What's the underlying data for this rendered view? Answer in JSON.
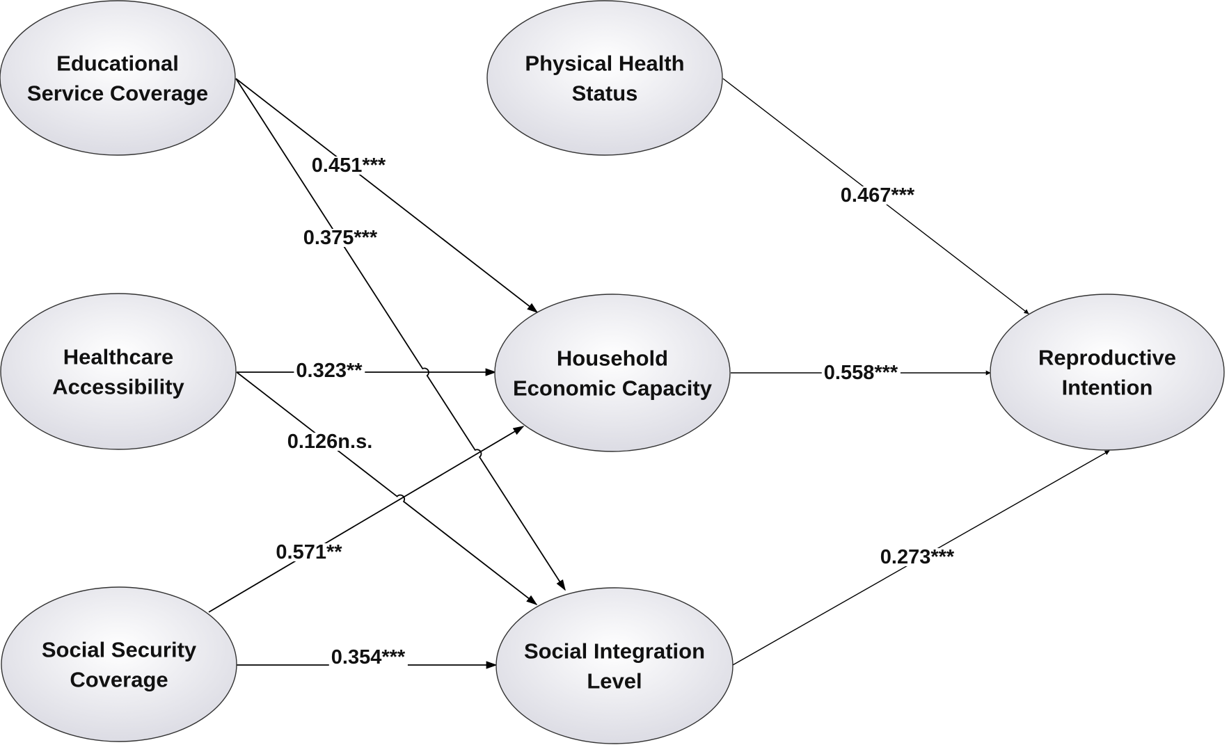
{
  "colors": {
    "node_fill_light": "#ffffff",
    "node_fill_dark": "#dcdce4",
    "node_stroke": "#333333",
    "edge": "#000000",
    "text": "#111111"
  },
  "nodes": [
    {
      "id": "edu",
      "lines": [
        "Educational",
        "Service Coverage"
      ]
    },
    {
      "id": "health",
      "lines": [
        "Healthcare",
        "Accessibility"
      ]
    },
    {
      "id": "social_sec",
      "lines": [
        "Social Security",
        "Coverage"
      ]
    },
    {
      "id": "physical",
      "lines": [
        "Physical Health",
        "Status"
      ]
    },
    {
      "id": "household",
      "lines": [
        "Household",
        "Economic Capacity"
      ]
    },
    {
      "id": "integration",
      "lines": [
        "Social Integration",
        "Level"
      ]
    },
    {
      "id": "reproductive",
      "lines": [
        "Reproductive",
        "Intention"
      ]
    }
  ],
  "paths": [
    {
      "from": "edu",
      "to": "household",
      "label": "0.451***"
    },
    {
      "from": "edu",
      "to": "integration",
      "label": "0.375***"
    },
    {
      "from": "health",
      "to": "household",
      "label": "0.323**"
    },
    {
      "from": "health",
      "to": "integration",
      "label": "0.126n.s."
    },
    {
      "from": "social_sec",
      "to": "household",
      "label": "0.571**"
    },
    {
      "from": "social_sec",
      "to": "integration",
      "label": "0.354***"
    },
    {
      "from": "physical",
      "to": "reproductive",
      "label": "0.467***"
    },
    {
      "from": "household",
      "to": "reproductive",
      "label": "0.558***"
    },
    {
      "from": "integration",
      "to": "reproductive",
      "label": "0.273***"
    }
  ]
}
